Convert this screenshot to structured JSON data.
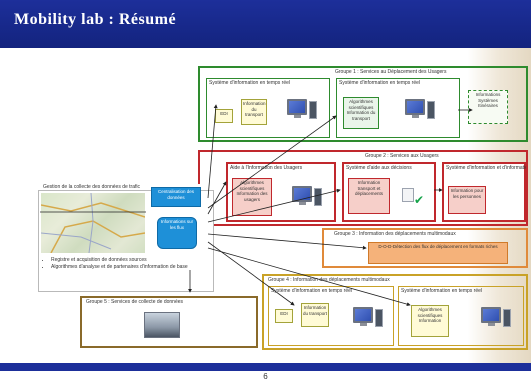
{
  "header": {
    "title": "Mobility lab : Résumé"
  },
  "page_number": "6",
  "panels": {
    "green": {
      "title": "Groupe 1 : Services au Déplacement des Usagers",
      "sub1": "Système d'information en temps réel",
      "sub2": "Système d'information en temps réel",
      "b1": "EDI",
      "b2": "Information du transport",
      "b3": "Algorithmes scientifiques Information du transport",
      "b4": "Informations Systèmes Itinéraires"
    },
    "red": {
      "title": "Groupe 2 : Services aux Usagers",
      "sub1": "Aide à l'Information des Usagers",
      "sub2": "Système d'aide aux décisions",
      "sub3": "Système d'information et d'information aux personnes",
      "b1": "Algorithmes scientifiques Information des usagers",
      "b2": "Information transport et déplacements",
      "b3": "Information pour les personnes"
    },
    "orange": {
      "title": "Groupe 3 : Information des déplacements multimodaux",
      "b1": "D-O-D-Détection des flux de déplacement en formats riches"
    },
    "yellow": {
      "title": "Groupe 4 : Information des déplacements multimodaux",
      "sub1": "Système d'information en temps réel",
      "sub2": "Système d'information en temps réel",
      "b1": "EDI",
      "b2": "Information du transport",
      "b3": "Algorithmes scientifiques Information"
    },
    "map": {
      "caption": "Gestion de la collecte des données de trafic",
      "stack": "Centralisation des données",
      "db": "Informations sur les flux",
      "bullet1": "Registre et acquisition de données sources",
      "bullet2": "Algorithmes d'analyse et de partenaires d'information de base"
    },
    "bottom": {
      "title": "Groupe 5 : Services de collecte de données"
    }
  }
}
